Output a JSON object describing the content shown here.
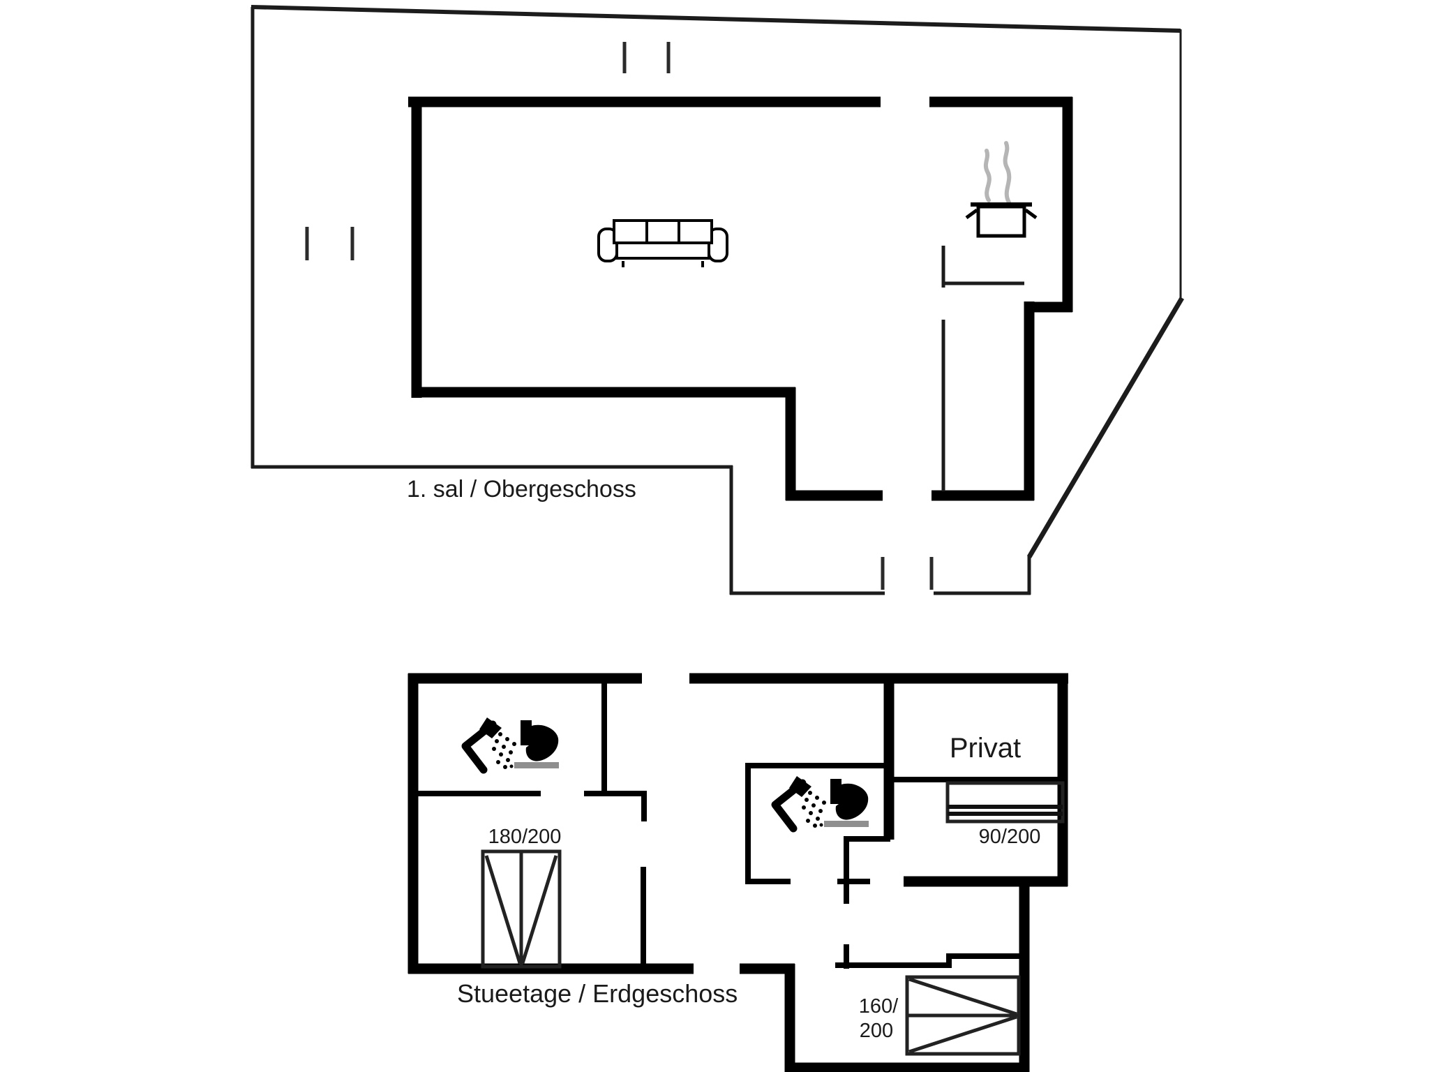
{
  "page": {
    "background_color": "#ffffff"
  },
  "colors": {
    "wall": "#000000",
    "thin_line": "#1c1c1c",
    "label_text": "#1a1a1a",
    "steam_gray": "#b5b5b5",
    "toilet_base_gray": "#8f8f8f"
  },
  "icons": {
    "sofa": "sofa-icon",
    "stove": "steaming-pot-icon",
    "shower": "shower-icon",
    "toilet": "toilet-icon",
    "window": "window-tick-icon",
    "bed": "bed-icon"
  },
  "upper_floor": {
    "name_label": "1. sal / Obergeschoss"
  },
  "ground_floor": {
    "name_label": "Stueetage / Erdgeschoss",
    "private_room_label": "Privat",
    "bed_double_label": "180/200",
    "bed_single_label": "90/200",
    "bed_queen_label_line1": "160/",
    "bed_queen_label_line2": "200"
  }
}
